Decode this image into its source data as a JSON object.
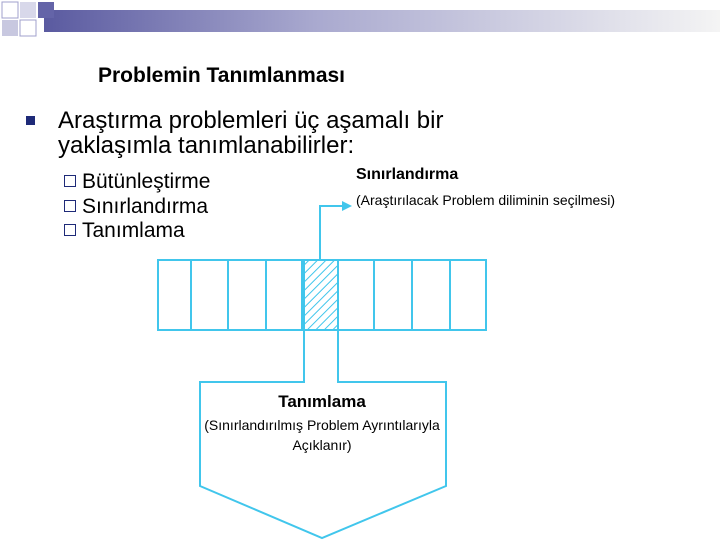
{
  "slide": {
    "title": "Problemin Tanımlanması",
    "main_bullet": "Araştırma problemleri üç aşamalı bir yaklaşımla tanımlanabilirler:",
    "sub_items": [
      "Bütünleştirme",
      "Sınırlandırma",
      "Tanımlama"
    ]
  },
  "diagram": {
    "sinirlandirma_label": "Sınırlandırma",
    "sinirlandirma_desc": "(Araştırılacak Problem diliminin seçilmesi)",
    "tanimlama_label": "Tanımlama",
    "tanimlama_desc": "(Sınırlandırılmış Problem Ayrıntılarıyla Açıklanır)"
  },
  "colors": {
    "outline": "#41c6ec",
    "bullet": "#1e2a78",
    "deco_gradient_start": "#5a5aa0",
    "deco_gradient_end": "#f4f4f4"
  }
}
